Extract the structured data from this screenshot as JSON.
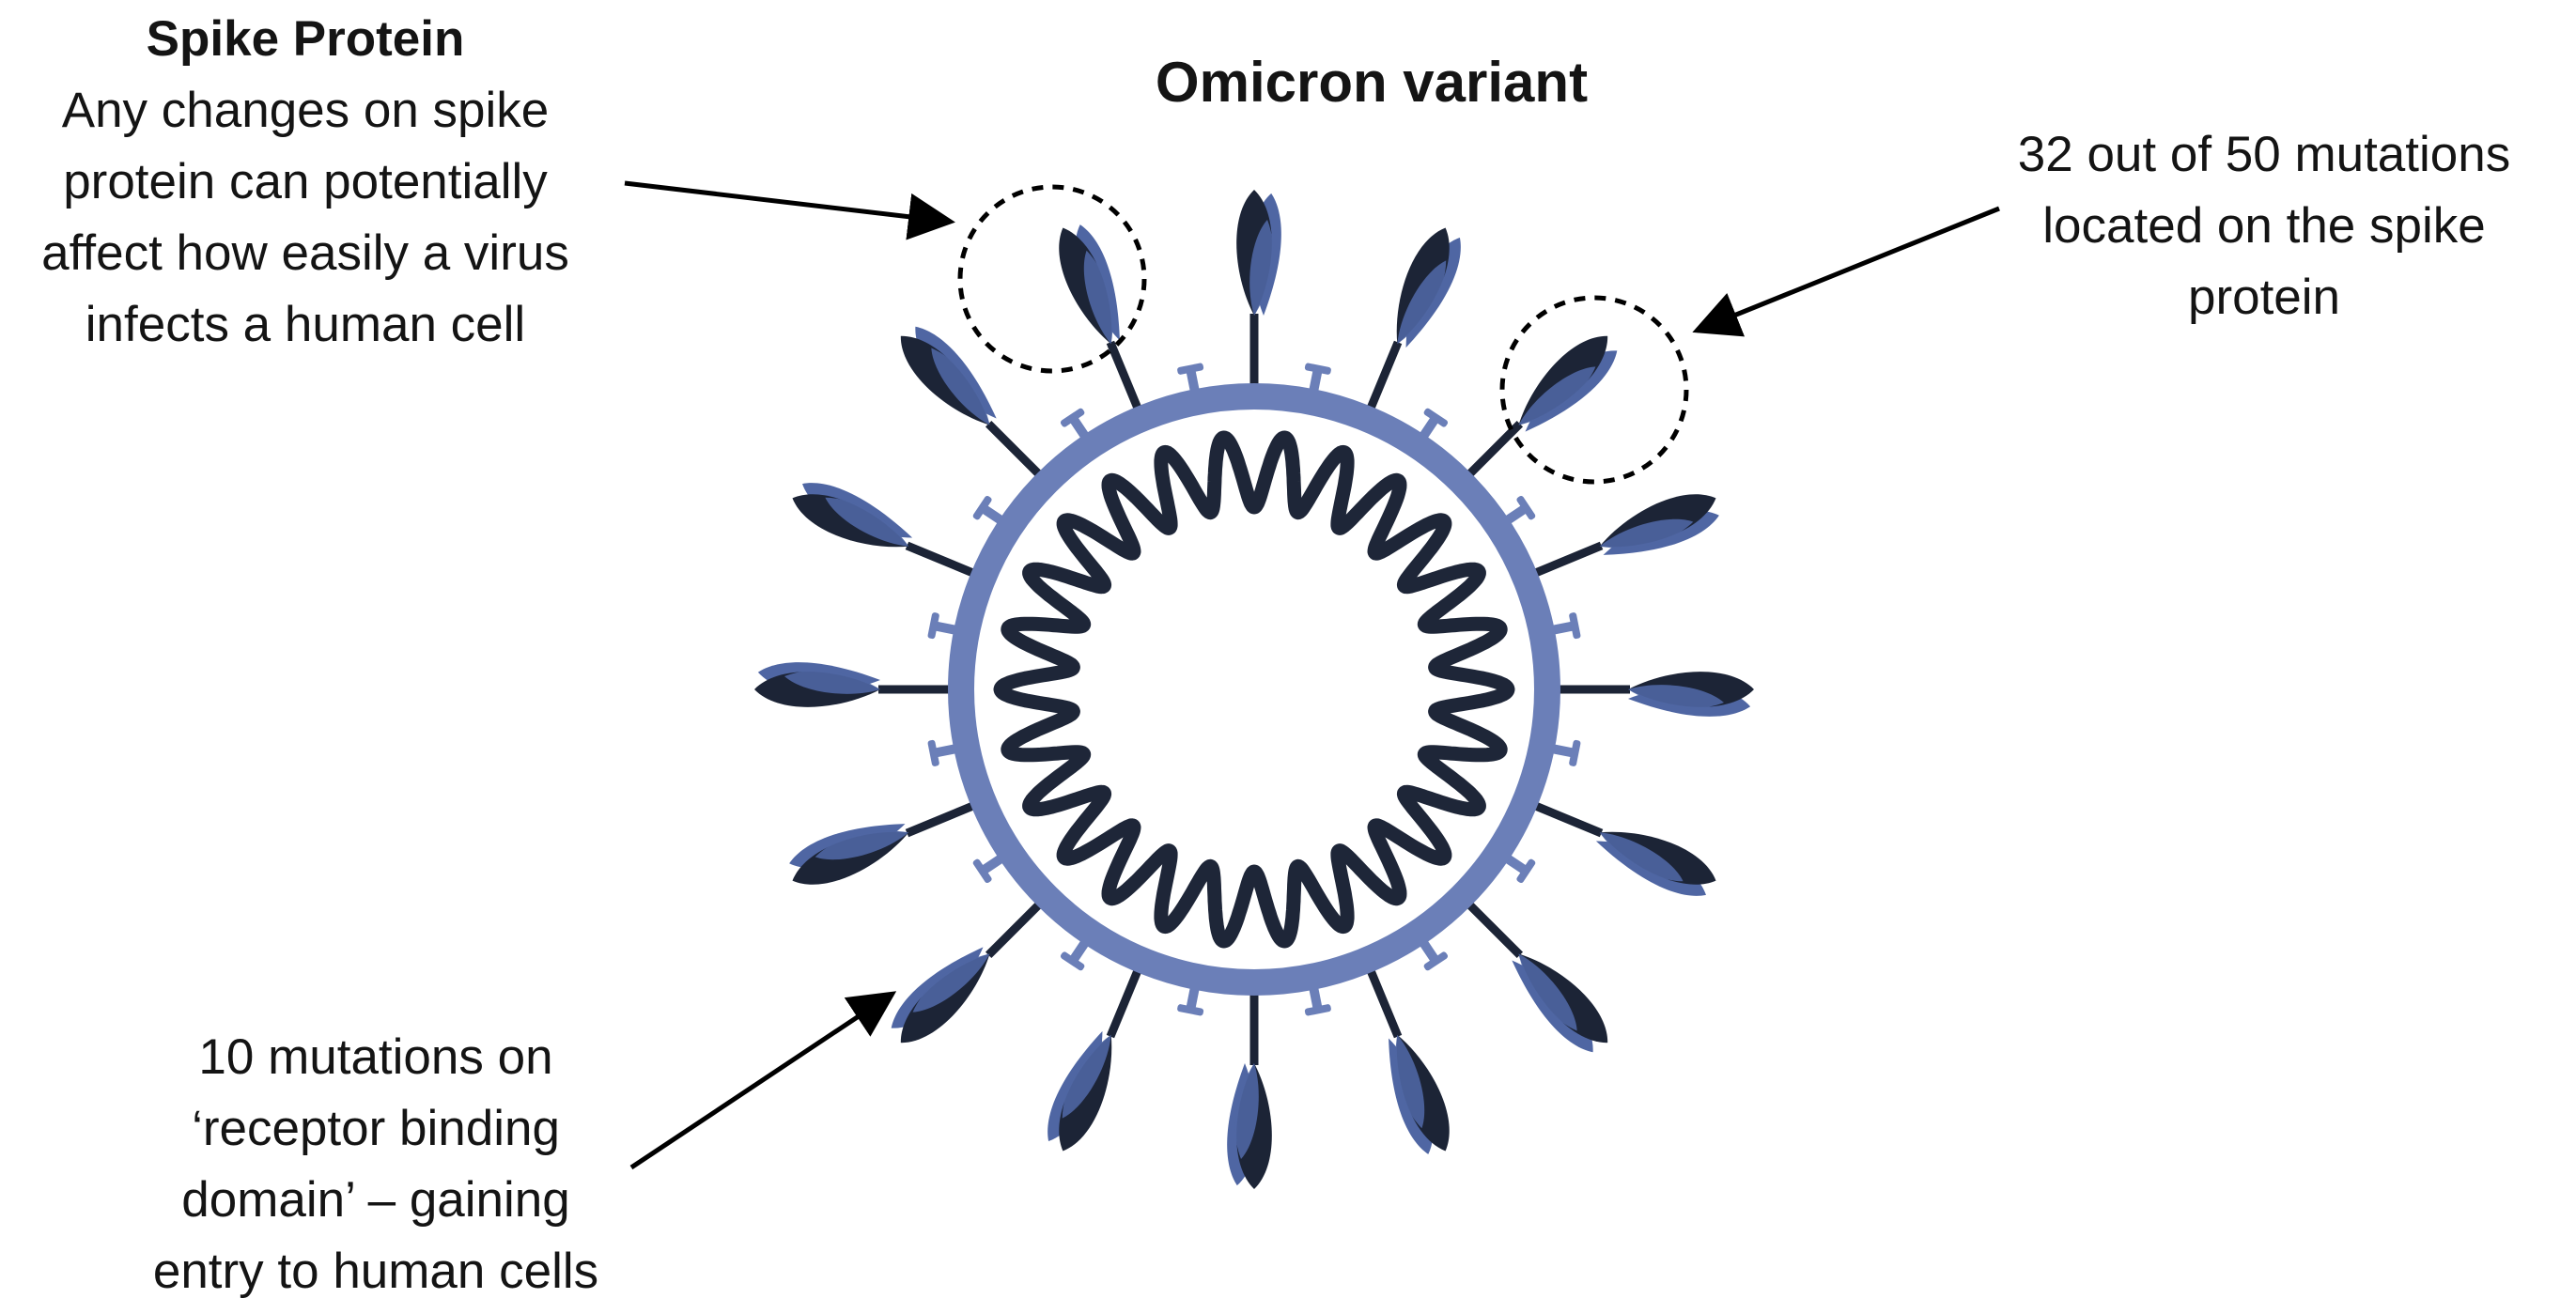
{
  "title": "Omicron variant",
  "spike_label": {
    "heading": "Spike Protein",
    "lines": [
      "Any changes on spike",
      "protein can potentially",
      "affect how easily a virus",
      "infects a human cell"
    ]
  },
  "mutations_label": {
    "lines": [
      "32 out of 50 mutations",
      "located on the spike",
      "protein"
    ]
  },
  "rbd_label": {
    "lines": [
      "10 mutations on",
      "‘receptor binding",
      "domain’ – gaining",
      "entry to human cells"
    ]
  },
  "colors": {
    "membrane": "#6b7fb8",
    "spike_dark": "#1c2436",
    "spike_light": "#4f66a3",
    "rna": "#1e2638",
    "arrow": "#000000"
  }
}
